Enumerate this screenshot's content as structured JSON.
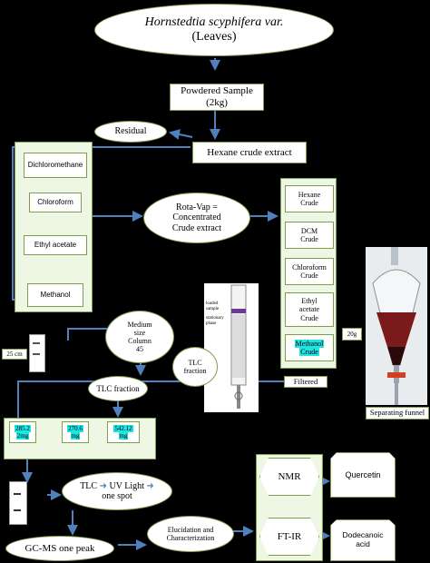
{
  "top": {
    "title_italic": "Hornstedtia scyphifera var.",
    "title_sub": "(Leaves)"
  },
  "powdered": {
    "line1": "Powdered Sample",
    "line2": "(2kg)"
  },
  "residual": "Residual",
  "hexane_crude_extract": "Hexane crude extract",
  "solvents": [
    "Dichloromethane",
    "Chloroform",
    "Ethyl acetate",
    "Methanol"
  ],
  "rotavap": {
    "line1": "Rota-Vap =",
    "line2": "Concentrated",
    "line3": "Crude extract"
  },
  "crudes": [
    {
      "l1": "Hexane",
      "l2": "Crude"
    },
    {
      "l1": "DCM",
      "l2": "Crude"
    },
    {
      "l1": "Chloroform",
      "l2": "Crude"
    },
    {
      "l1": "Ethyl",
      "l2": "acetate",
      "l3": "Crude"
    },
    {
      "l1": "Methanol",
      "l2": "Crude"
    }
  ],
  "mass_20g": "20g",
  "filtered": "Filtered",
  "separating_funnel": "Separating funnel",
  "column": {
    "l1": "Medium",
    "l2": "size",
    "l3": "Column",
    "l4": "45"
  },
  "column_labels": {
    "loaded": "loaded sample",
    "stationary": "stationary phase"
  },
  "tlc_fraction_small": {
    "l1": "TLC",
    "l2": "fraction"
  },
  "tlc_fraction": "TLC fraction",
  "cm25": "25 cm",
  "fractions": [
    {
      "l1": "285.2",
      "l2": "2mg"
    },
    {
      "l1": "270.6",
      "l2": "mg"
    },
    {
      "l1": "542.12",
      "l2": "mg"
    }
  ],
  "tlc_uv": {
    "tlc": "TLC",
    "uv": "UV Light",
    "spot": "one spot"
  },
  "gcms": "GC-MS one peak",
  "elucidation": {
    "l1": "Elucidation and",
    "l2": "Characterization"
  },
  "nmr": "NMR",
  "ftir": "FT-IR",
  "quercetin": "Quercetin",
  "dodecanoic": {
    "l1": "Dodecanoic",
    "l2": "acid"
  },
  "colors": {
    "arrow": "#4f81bd",
    "border": "#7f9c4f",
    "highlight": "#20e3e3",
    "background": "#000000"
  }
}
